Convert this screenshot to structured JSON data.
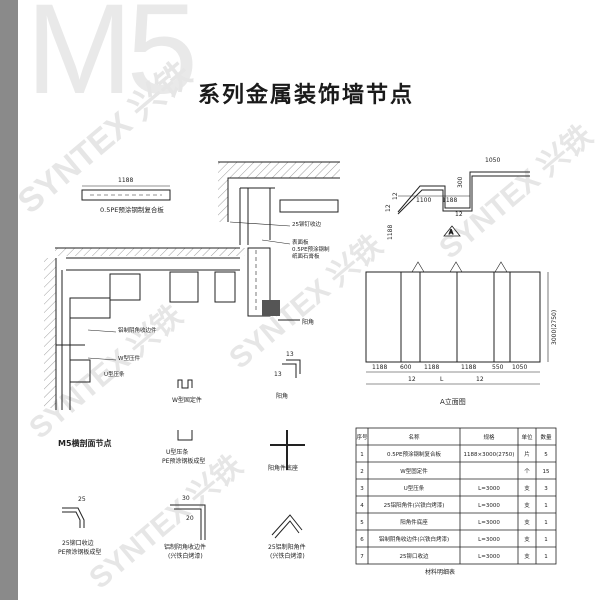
{
  "header": {
    "model": "M5",
    "title": "系列金属装饰墙节点"
  },
  "watermark": "SYNTEX 兴铁",
  "section": {
    "top_dim": "1188",
    "panel_label": "0.5PE预涂钢制复合板",
    "rivet_label": "25铆钉收边",
    "callouts": [
      "表面板",
      "0.5PE预涂钢制",
      "纸面石膏板"
    ],
    "outer_corner_label": "阳角",
    "inner_corner_label": "铝制阴角收边件",
    "w_clip_label": "W型压件",
    "u_clip_label": "U型压条",
    "caption": "M5横剖面节点"
  },
  "step_detail": {
    "dims": [
      "1050",
      "300",
      "1100",
      "1188",
      "12",
      "12",
      "12",
      "1188"
    ]
  },
  "elevation": {
    "height_dim": "3000(2750)",
    "widths": [
      "1188",
      "600",
      "1188",
      "1188",
      "550",
      "1050"
    ],
    "sub_dims": [
      "12",
      "L",
      "12"
    ],
    "caption": "A立面图"
  },
  "parts": {
    "w_clip": "W型固定件",
    "outer_corner": {
      "label": "阳角",
      "dims": [
        "13",
        "13"
      ]
    },
    "u_clip": "U型压条\nPE预涂钢板成型",
    "corner_base": "阳角件底座",
    "rivet_edge": {
      "label": "25铆口收边\nPE预涂钢板成型",
      "dim": "25"
    },
    "inner_corner_trim": {
      "label": "铝制阴角收边件\n(兴铁白烤漆)",
      "dims": [
        "30",
        "20"
      ]
    },
    "outer_corner_piece": "25铝制阳角件\n(兴铁白烤漆)"
  },
  "materials_table": {
    "caption": "材料明细表",
    "headers": [
      "序号",
      "名称",
      "规格",
      "单位",
      "数量"
    ],
    "rows": [
      [
        "1",
        "0.5PE预涂钢制复合板",
        "1188×3000(2750)",
        "片",
        "5"
      ],
      [
        "2",
        "W型固定件",
        "",
        "个",
        "15"
      ],
      [
        "3",
        "U型压条",
        "L=3000",
        "支",
        "3"
      ],
      [
        "4",
        "25铝阳角件(兴铁白烤漆)",
        "L=3000",
        "支",
        "1"
      ],
      [
        "5",
        "阳角件底座",
        "L=3000",
        "支",
        "1"
      ],
      [
        "6",
        "铝制阴角收边件(兴铁白烤漆)",
        "L=3000",
        "支",
        "1"
      ],
      [
        "7",
        "25铆口收边",
        "L=3000",
        "支",
        "1"
      ]
    ]
  }
}
